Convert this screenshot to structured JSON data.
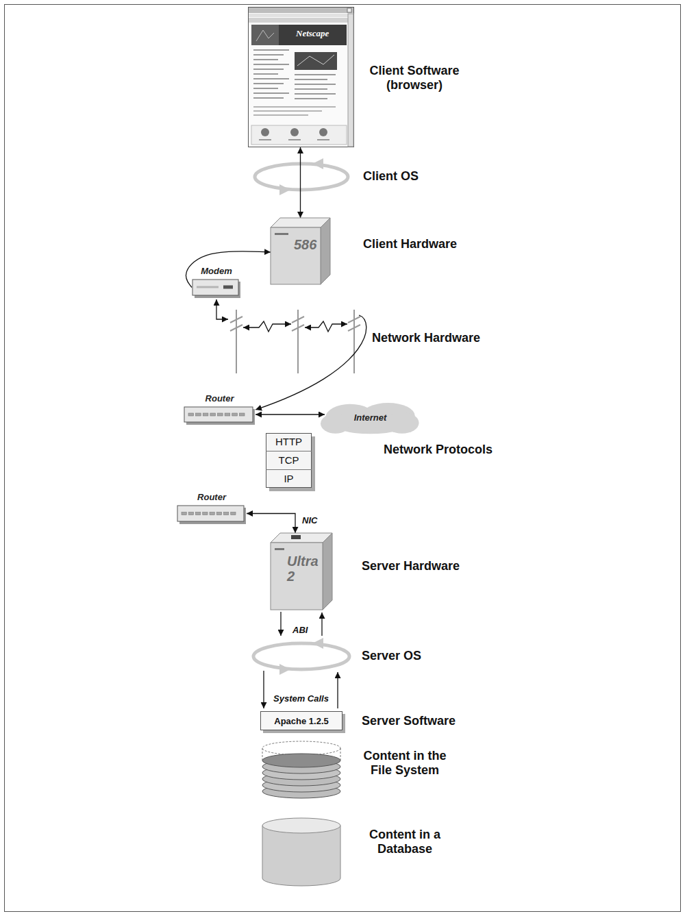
{
  "diagram": {
    "nodes": [
      {
        "text": [
          "Netscape"
        ]
      },
      {
        "text": [
          "586"
        ]
      },
      {
        "text": [
          "Modem"
        ]
      },
      {
        "text": [
          "Router"
        ]
      },
      {
        "text": [
          "Internet"
        ]
      },
      {
        "text": [
          "HTTP",
          "TCP",
          "IP"
        ]
      },
      {
        "text": [
          "Router"
        ]
      },
      {
        "text": [
          "Ultra 2"
        ]
      },
      {
        "text": [
          "Apache 1.2.5"
        ]
      }
    ],
    "edges": [
      {
        "from": 0,
        "to": 1,
        "arrow": "both"
      },
      {
        "from": 2,
        "to": 1,
        "arrow": "to"
      },
      {
        "from": 3,
        "to": 4,
        "arrow": "both"
      },
      {
        "from": 6,
        "to": 7,
        "label": "NIC",
        "arrow": "both"
      }
    ],
    "labels": [
      "Client Software (browser)",
      "Client OS",
      "Client Hardware",
      "Network Hardware",
      "Network Protocols",
      "Server Hardware",
      "ABI",
      "Server OS",
      "System Calls",
      "Server Software",
      "Content in the File System",
      "Content in a Database"
    ]
  }
}
